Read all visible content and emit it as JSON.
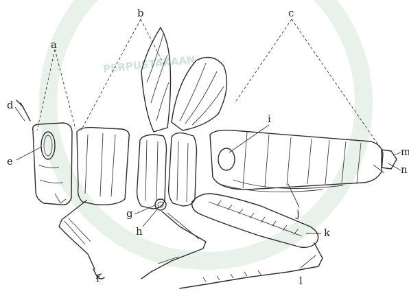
{
  "watermark": "PERPUSTAKAAN",
  "labels": {
    "a": "a",
    "b": "b",
    "c": "c",
    "d": "d",
    "e": "e",
    "f": "f",
    "g": "g",
    "h": "h",
    "i": "i",
    "j": "j",
    "k": "k",
    "l": "l",
    "m": "m",
    "n": "n"
  },
  "colors": {
    "ink": "#2b2b2b",
    "watermark": "#bcd9c6"
  }
}
